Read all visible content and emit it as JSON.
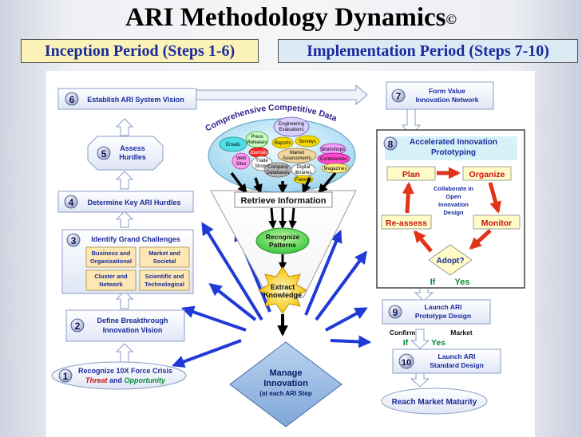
{
  "title": "ARI Methodology Dynamics",
  "title_mark": "©",
  "periods": {
    "inception": "Inception Period (Steps 1-6)",
    "implementation": "Implementation Period (Steps 7-10)"
  },
  "steps": {
    "s1": {
      "num": "1",
      "line1": "Recognize 10X Force Crisis",
      "threat": "Threat",
      "and": "and",
      "opportunity": "Opportunity"
    },
    "s2": {
      "num": "2",
      "line1": "Define Breakthrough",
      "line2": "Innovation Vision"
    },
    "s3": {
      "num": "3",
      "label": "Identify Grand Challenges",
      "cells": {
        "a1": "Business and",
        "a2": "Organizational",
        "b1": "Market and",
        "b2": "Societal",
        "c1": "Cluster and",
        "c2": "Network",
        "d1": "Scientific and",
        "d2": "Technological"
      }
    },
    "s4": {
      "num": "4",
      "label": "Determine Key ARI Hurdles"
    },
    "s5": {
      "num": "5",
      "line1": "Assess",
      "line2": "Hurdles"
    },
    "s6": {
      "num": "6",
      "label": "Establish ARI System Vision"
    },
    "s7": {
      "num": "7",
      "line1": "Form Value",
      "line2": "Innovation Network"
    },
    "s8": {
      "num": "8",
      "line1": "Accelerated Innovation",
      "line2": "Prototyping",
      "plan": "Plan",
      "organize": "Organize",
      "monitor": "Monitor",
      "reassess": "Re-assess",
      "adopt": "Adopt?",
      "collab1": "Collaborate in",
      "collab2": "Open",
      "collab3": "Innovation",
      "collab4": "Design",
      "if": "If",
      "yes": "Yes"
    },
    "s9": {
      "num": "9",
      "line1": "Launch ARI",
      "line2": "Prototype Design",
      "confirm": "Confirm",
      "market": "Market",
      "if": "If",
      "yes": "Yes"
    },
    "s10": {
      "num": "10",
      "line1": "Launch ARI",
      "line2": "Standard Design"
    }
  },
  "maturity": "Reach Market Maturity",
  "funnel": {
    "arc_title": "Comprehensive Competitive Data",
    "bubbles": {
      "engineering1": "Engineering",
      "engineering2": "Evaluations",
      "emails": "Emails",
      "press1": "Press",
      "press2": "Releases",
      "reports": "Reports",
      "surveys": "Surveys",
      "journals": "Journals",
      "web1": "Web",
      "web2": "Sites",
      "market1": "Market",
      "market2": "Assessments",
      "trade1": "Trade",
      "trade2": "Shows",
      "workshops": "Workshops",
      "conferences": "Conferences",
      "magazines": "Magazines",
      "company1": "Company",
      "company2": "Databases",
      "digital1": "Digital",
      "digital2": "libraries",
      "patents": "Patents"
    },
    "retrieve": "Retrieve Information",
    "recognize1": "Recognize",
    "recognize2": "Patterns",
    "extract1": "Extract",
    "extract2": "Knowledge"
  },
  "manage": {
    "line1": "Manage",
    "line2": "Innovation",
    "line3": "(at each ARI Step"
  },
  "colors": {
    "navy": "#1b2a9c",
    "accent_red": "#cc1010",
    "accent_green": "#0a8a3a",
    "box_border": "#8a9cc4",
    "arrow_blue": "#1f3ad6",
    "panel_bg": "#ffffff"
  }
}
